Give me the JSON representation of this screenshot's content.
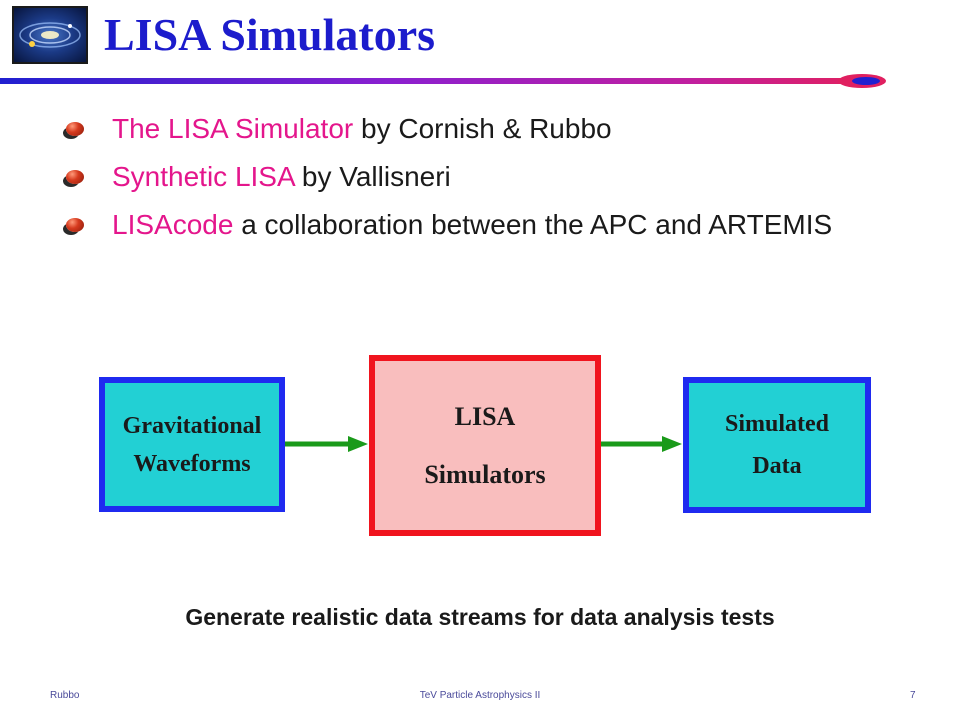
{
  "header": {
    "title": "LISA Simulators",
    "logo_icon": "galaxy-logo-icon",
    "rule_colors": [
      "#2020d0",
      "#8a20d0",
      "#c020a0",
      "#e02060"
    ]
  },
  "bullets": [
    {
      "highlight": "The LISA Simulator",
      "rest": " by Cornish & Rubbo"
    },
    {
      "highlight": "Synthetic LISA",
      "rest": " by Vallisneri"
    },
    {
      "highlight": "LISAcode",
      "rest": " a collaboration between the APC and ARTEMIS"
    }
  ],
  "colors": {
    "highlight": "#e4168c",
    "text": "#1a1a1a",
    "title": "#1c1ccc",
    "cyan_fill": "#22d0d4",
    "blue_border": "#1f2af0",
    "pink_fill": "#f9bebe",
    "red_border": "#f0141e",
    "arrow": "#1a9a1a"
  },
  "diagram": {
    "input": {
      "line1": "Gravitational",
      "line2": "Waveforms"
    },
    "simulator": {
      "line1": "LISA",
      "line2": "Simulators"
    },
    "output": {
      "line1": "Simulated",
      "line2": "Data"
    }
  },
  "caption": "Generate realistic data streams for data analysis tests",
  "footer": {
    "left": "Rubbo",
    "center": "TeV Particle Astrophysics II",
    "right": "7"
  }
}
